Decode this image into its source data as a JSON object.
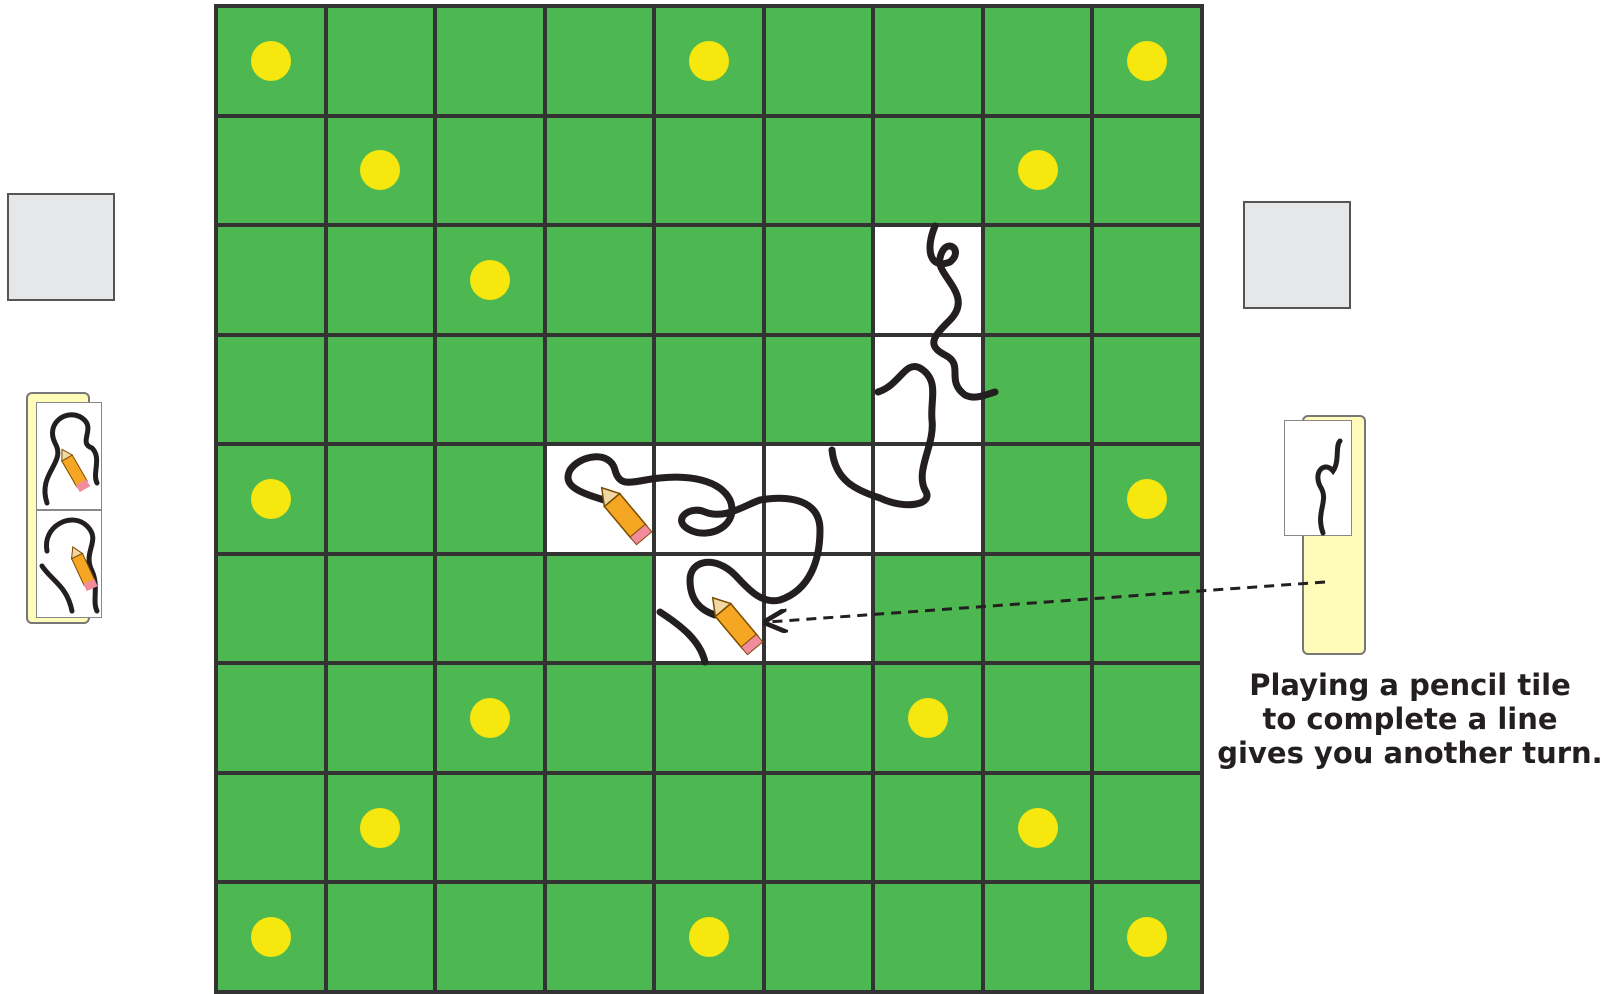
{
  "colors": {
    "board_green": "#4db851",
    "grid_line": "#333333",
    "dot_yellow": "#f6e70f",
    "placed_tile": "#ffffff",
    "side_square": "#e6e7e8",
    "rack_yellow": "#fffbb8",
    "line_ink": "#231f20"
  },
  "board": {
    "rows": 9,
    "cols": 9,
    "dots": [
      [
        0,
        0
      ],
      [
        0,
        4
      ],
      [
        0,
        8
      ],
      [
        1,
        1
      ],
      [
        1,
        7
      ],
      [
        2,
        2
      ],
      [
        4,
        0
      ],
      [
        4,
        8
      ],
      [
        6,
        2
      ],
      [
        6,
        6
      ],
      [
        7,
        1
      ],
      [
        7,
        7
      ],
      [
        8,
        0
      ],
      [
        8,
        4
      ],
      [
        8,
        8
      ]
    ],
    "placed_tiles": [
      [
        2,
        6
      ],
      [
        3,
        6
      ],
      [
        4,
        3
      ],
      [
        4,
        4
      ],
      [
        4,
        5
      ],
      [
        4,
        6
      ],
      [
        5,
        4
      ],
      [
        5,
        5
      ]
    ],
    "pencil_tiles": [
      [
        4,
        3
      ],
      [
        5,
        4
      ]
    ]
  },
  "left_player": {
    "score_square_icon": "empty-square",
    "rack_tiles": [
      {
        "icon": "curvy-line-pencil-tile"
      },
      {
        "icon": "curvy-line-pencil-tile"
      }
    ]
  },
  "right_player": {
    "score_square_icon": "empty-square",
    "rack_tiles": [
      {
        "icon": "curvy-line-tile"
      }
    ]
  },
  "annotation": {
    "lines": [
      "Playing a pencil tile",
      "to complete a line",
      "gives you another turn."
    ],
    "arrow_icon": "dashed-arrow"
  }
}
